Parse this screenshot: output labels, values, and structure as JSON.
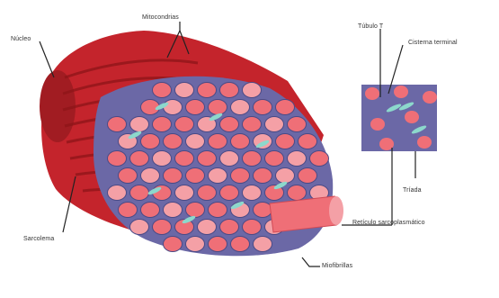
{
  "labels": {
    "nucleo": "Núcleo",
    "mitocondrias": "Mitocondrias",
    "sarcolema": "Sarcolema",
    "tubulo_t": "Túbulo T",
    "cisterna": "Cisterna terminal",
    "triada": "Tríada",
    "reticulo": "Retículo sarcoplasmático",
    "miofibrillas": "Miofibrillas"
  },
  "colors": {
    "fiber_red": "#c4242c",
    "fiber_dark": "#8e1418",
    "myofibril": "#ef6f77",
    "myofibril_light": "#f4a0a6",
    "reticulum": "#6b68a6",
    "reticulum_dark": "#4a4a86",
    "t_tubule": "#8cd8cc"
  }
}
